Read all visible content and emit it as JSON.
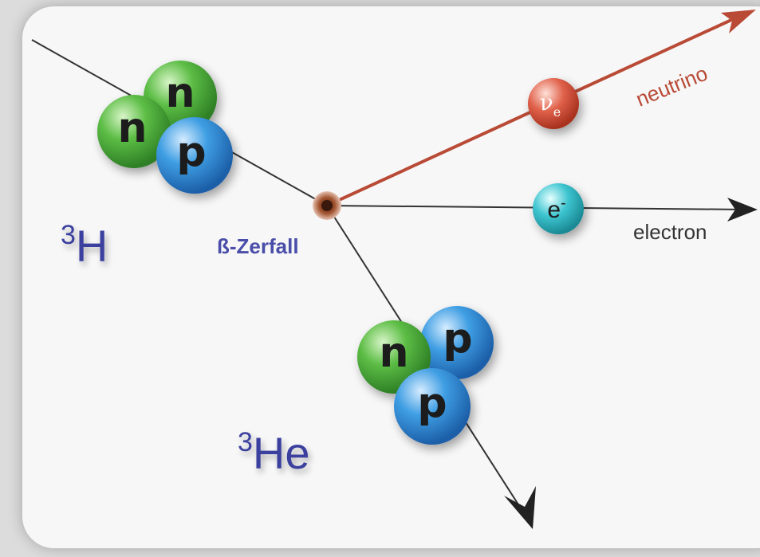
{
  "labels": {
    "decay": "ß-Zerfall",
    "electron": "electron",
    "neutrino": "neutrino",
    "tritium_mass": "3",
    "tritium_symbol": "H",
    "helium_mass": "3",
    "helium_symbol": "He",
    "electron_particle": "e-",
    "neutrino_particle": "νe"
  },
  "tritium_nucleons": [
    "n",
    "n",
    "p"
  ],
  "helium_nucleons": [
    "n",
    "p",
    "p"
  ],
  "colors": {
    "neutron": "#3fa83a",
    "proton": "#2f8fd8",
    "electron": "#2fb3c0",
    "neutrino": "#d2553f",
    "neutrino_arrow": "#b94a36",
    "isotope_label": "#3b3f9e",
    "track": "#333333"
  }
}
